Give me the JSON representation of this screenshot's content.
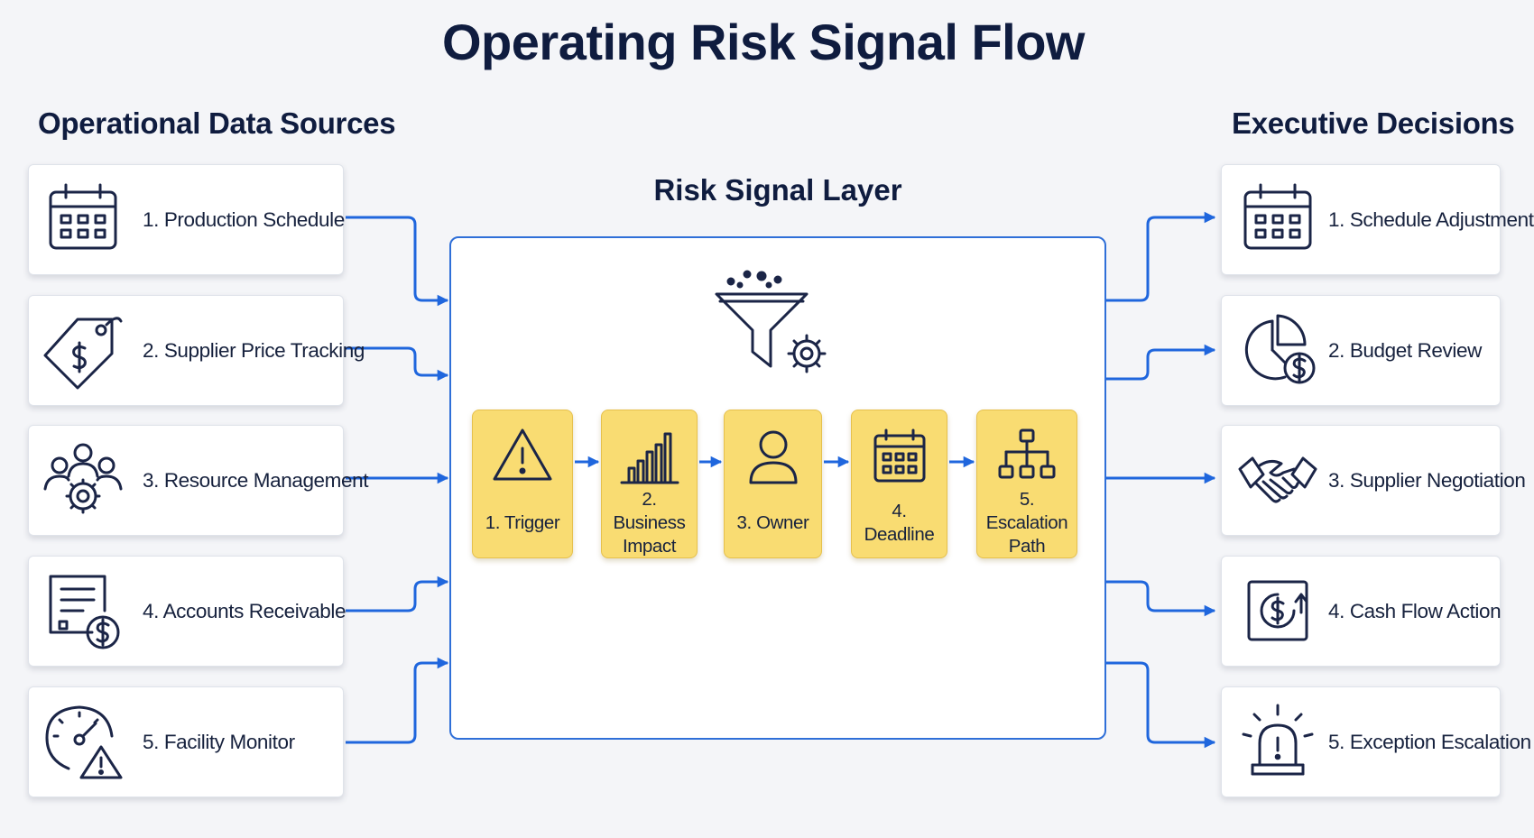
{
  "title": "Operating Risk Signal Flow",
  "sources": {
    "heading": "Operational Data Sources",
    "items": [
      {
        "label": "1. Production Schedule",
        "icon": "calendar-icon"
      },
      {
        "label": "2. Supplier Price Tracking",
        "icon": "price-tag-icon"
      },
      {
        "label": "3. Resource Management",
        "icon": "team-gear-icon"
      },
      {
        "label": "4. Accounts Receivable",
        "icon": "invoice-dollar-icon"
      },
      {
        "label": "5. Facility Monitor",
        "icon": "gauge-warning-icon"
      }
    ]
  },
  "layer": {
    "heading": "Risk Signal Layer",
    "icon": "funnel-gear-icon",
    "steps": [
      {
        "label": "1. Trigger",
        "icon": "warning-icon"
      },
      {
        "label": "2. Business\nImpact",
        "icon": "bar-chart-icon"
      },
      {
        "label": "3. Owner",
        "icon": "person-icon"
      },
      {
        "label": "4. Deadline",
        "icon": "calendar-icon"
      },
      {
        "label": "5. Escalation\nPath",
        "icon": "org-chart-icon"
      }
    ]
  },
  "decisions": {
    "heading": "Executive Decisions",
    "items": [
      {
        "label": "1. Schedule Adjustment",
        "icon": "calendar-icon"
      },
      {
        "label": "2. Budget Review",
        "icon": "pie-dollar-icon"
      },
      {
        "label": "3. Supplier Negotiation",
        "icon": "handshake-icon"
      },
      {
        "label": "4. Cash Flow Action",
        "icon": "cash-flow-icon"
      },
      {
        "label": "5. Exception Escalation",
        "icon": "alarm-icon"
      }
    ]
  },
  "colors": {
    "connector": "#1f66dd",
    "panel_border": "#2f6fd8",
    "step_fill": "#f9dc72",
    "text": "#16213d"
  }
}
